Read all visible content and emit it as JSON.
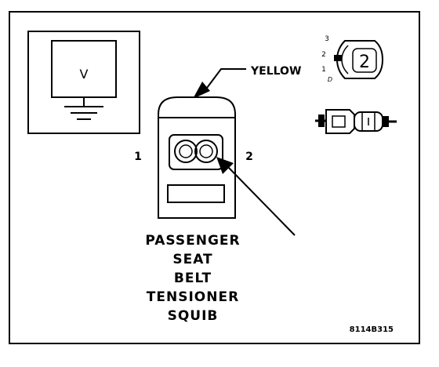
{
  "meter": {
    "symbol": "V"
  },
  "wire_color_label": "YELLOW",
  "pins": {
    "left": "1",
    "right": "2"
  },
  "caption": [
    "PASSENGER",
    "SEAT",
    "BELT",
    "TENSIONER",
    "SQUIB"
  ],
  "connector_icon": {
    "digit": "2",
    "positions": [
      "3",
      "2",
      "1",
      "D"
    ]
  },
  "figure_id": "8114B315"
}
